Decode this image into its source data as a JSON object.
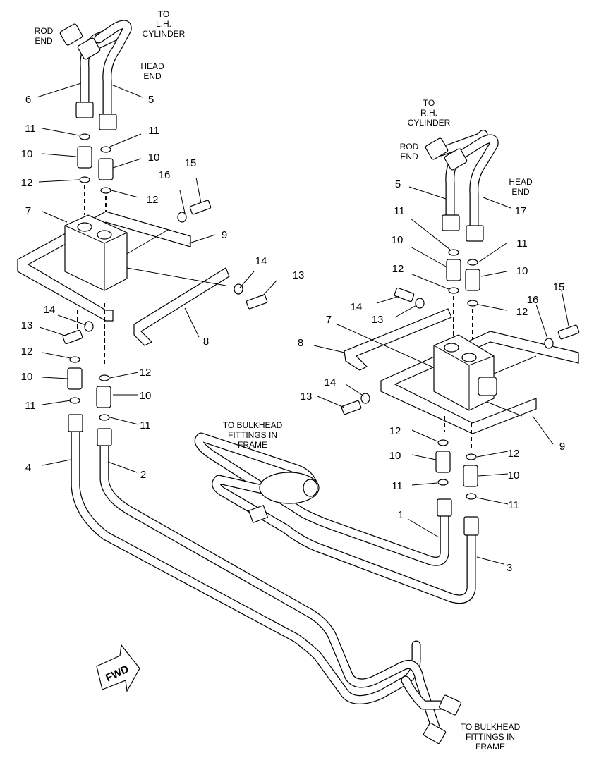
{
  "captions": {
    "to_lh_cylinder": [
      "TO",
      "L.H.",
      "CYLINDER"
    ],
    "to_rh_cylinder": [
      "TO",
      "R.H.",
      "CYLINDER"
    ],
    "rod_end_left": [
      "ROD",
      "END"
    ],
    "head_end_left": [
      "HEAD",
      "END"
    ],
    "rod_end_right": [
      "ROD",
      "END"
    ],
    "head_end_right": [
      "HEAD",
      "END"
    ],
    "to_bulkhead_middle": [
      "TO BULKHEAD",
      "FITTINGS IN",
      "FRAME"
    ],
    "to_bulkhead_bottom": [
      "TO BULKHEAD",
      "FITTINGS IN",
      "FRAME"
    ]
  },
  "direction_arrow": {
    "label": "FWD"
  },
  "callouts": [
    "6",
    "5",
    "11",
    "11",
    "10",
    "10",
    "12",
    "12",
    "7",
    "16",
    "15",
    "9",
    "14",
    "13",
    "8",
    "14",
    "13",
    "12",
    "10",
    "11",
    "12",
    "10",
    "11",
    "4",
    "2",
    "5",
    "17",
    "11",
    "11",
    "10",
    "10",
    "12",
    "12",
    "14",
    "13",
    "7",
    "8",
    "16",
    "15",
    "9",
    "14",
    "13",
    "12",
    "12",
    "10",
    "10",
    "11",
    "11",
    "1",
    "3"
  ]
}
